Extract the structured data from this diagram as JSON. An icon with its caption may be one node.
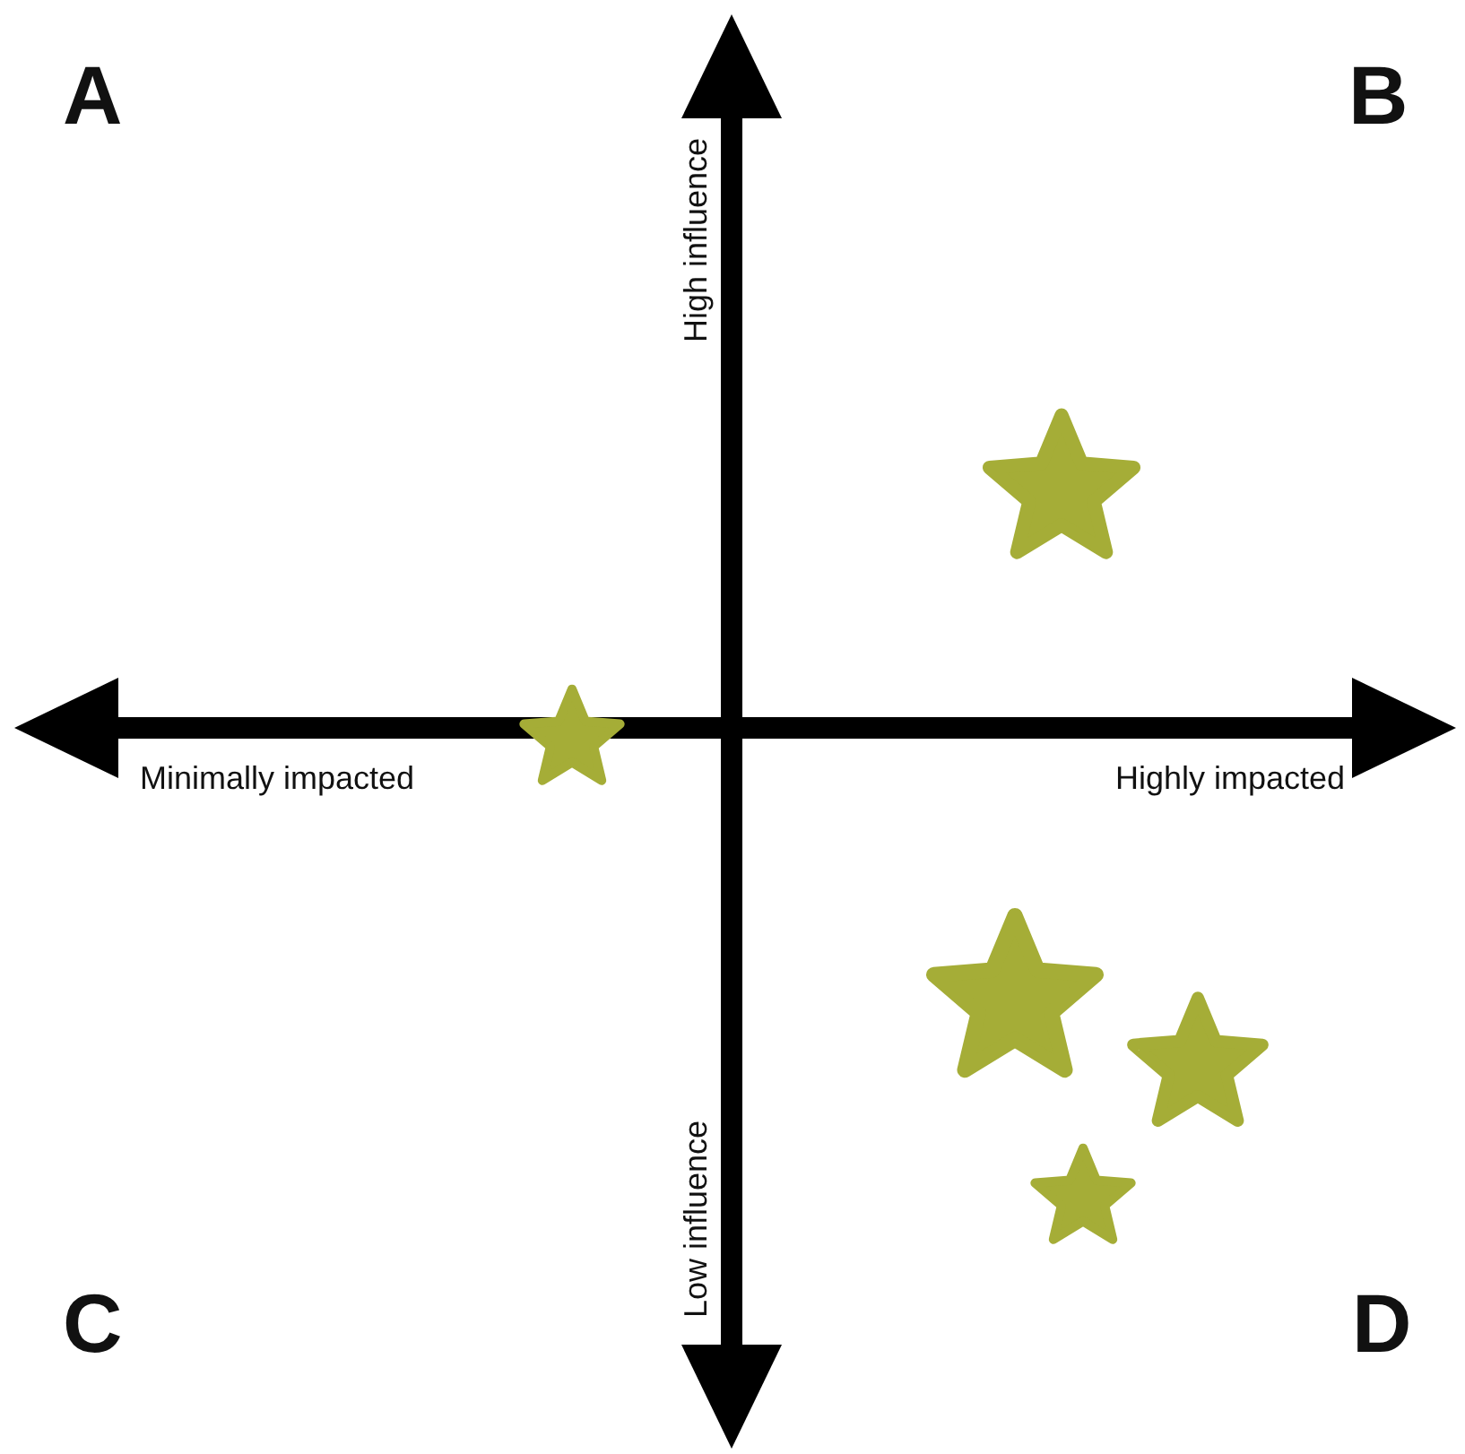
{
  "diagram": {
    "nodes": [
      {
        "text": [],
        "shape": "star"
      },
      {
        "text": [],
        "shape": "star"
      },
      {
        "text": [],
        "shape": "star"
      },
      {
        "text": [],
        "shape": "star"
      },
      {
        "text": [],
        "shape": "star"
      }
    ],
    "labels": [
      "A",
      "B",
      "High influence",
      "Minimally impacted",
      "Highly impacted",
      "C",
      "Low influence",
      "D"
    ]
  }
}
